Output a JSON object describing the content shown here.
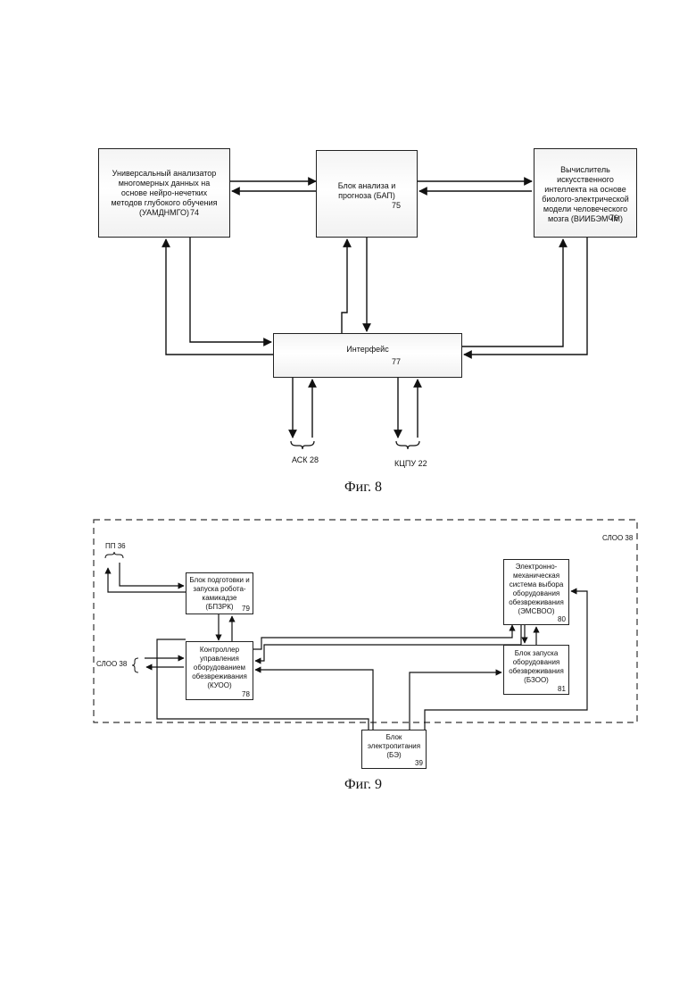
{
  "fig8": {
    "caption": "Фиг. 8",
    "blocks": {
      "uamdnmgo": {
        "label": "Универсальный анализатор многомерных данных на основе нейро-нечетких методов глубокого обучения (УАМДНМГО)",
        "num": "74"
      },
      "bap": {
        "label": "Блок анализа и прогноза (БАП)",
        "num": "75"
      },
      "viibemchm": {
        "label": "Вычислитель искусственного интеллекта на основе биолого-электрической модели человеческого мозга (ВИИБЭМЧМ)",
        "num": "76"
      },
      "interface": {
        "label": "Интерфейс",
        "num": "77"
      }
    },
    "ext": {
      "ask": "АСК 28",
      "kcpu": "КЦПУ 22"
    }
  },
  "fig9": {
    "caption": "Фиг. 9",
    "sloo_top": "СЛОО 38",
    "sloo_left": "СЛОО 38",
    "pp": "ПП 36",
    "blocks": {
      "bpzrk": {
        "label": "Блок подготовки и запуска робота-камикадзе (БПЗРК)",
        "num": "79"
      },
      "kuoo": {
        "label": "Контроллер управления оборудованием обезвреживания (КУОО)",
        "num": "78"
      },
      "emsvoo": {
        "label": "Электронно-механическая система выбора оборудования обезвреживания (ЭМСВОО)",
        "num": "80"
      },
      "bzoo": {
        "label": "Блок запуска оборудования обезвреживания (БЗОО)",
        "num": "81"
      },
      "be": {
        "label": "Блок электропитания (БЭ)",
        "num": "39"
      }
    }
  }
}
